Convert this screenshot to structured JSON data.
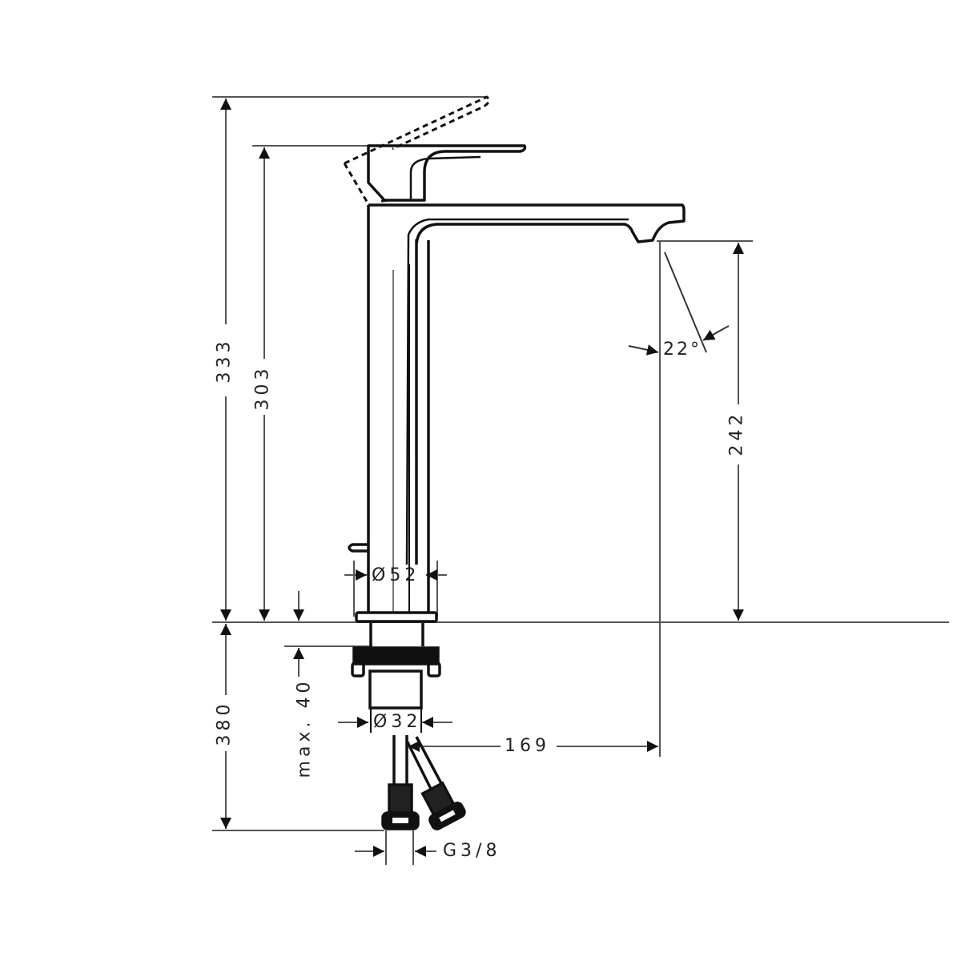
{
  "drawing": {
    "title": "Faucet dimension drawing",
    "line_color": "#111111",
    "dim_line_color": "#555555",
    "background": "#ffffff"
  },
  "dimensions": {
    "overall_height_lever_open": "333",
    "height_to_lever_top": "303",
    "spout_outlet_height": "242",
    "spout_angle": "22°",
    "body_diameter": "Ø52",
    "below_deck_total": "380",
    "max_deck_thickness": "max. 40",
    "shank_diameter": "Ø32",
    "spout_reach": "169",
    "connection_thread": "G3/8"
  }
}
